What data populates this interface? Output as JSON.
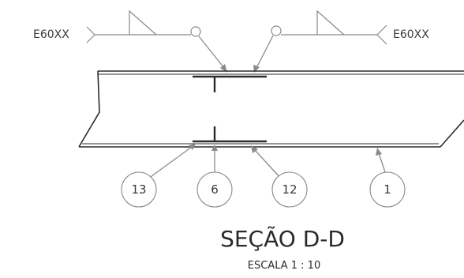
{
  "title": "SEÇÃO D-D",
  "scale": "ESCALA 1 : 10",
  "weld_symbols": {
    "left": {
      "electrode": "E60XX"
    },
    "right": {
      "electrode": "E60XX"
    }
  },
  "callouts": [
    {
      "id": "13",
      "label": "13"
    },
    {
      "id": "6",
      "label": "6"
    },
    {
      "id": "12",
      "label": "12"
    },
    {
      "id": "1",
      "label": "1"
    }
  ],
  "colors": {
    "line": "#2b2b2b",
    "leader": "#8a8a8a",
    "text": "#3a3a3a"
  }
}
